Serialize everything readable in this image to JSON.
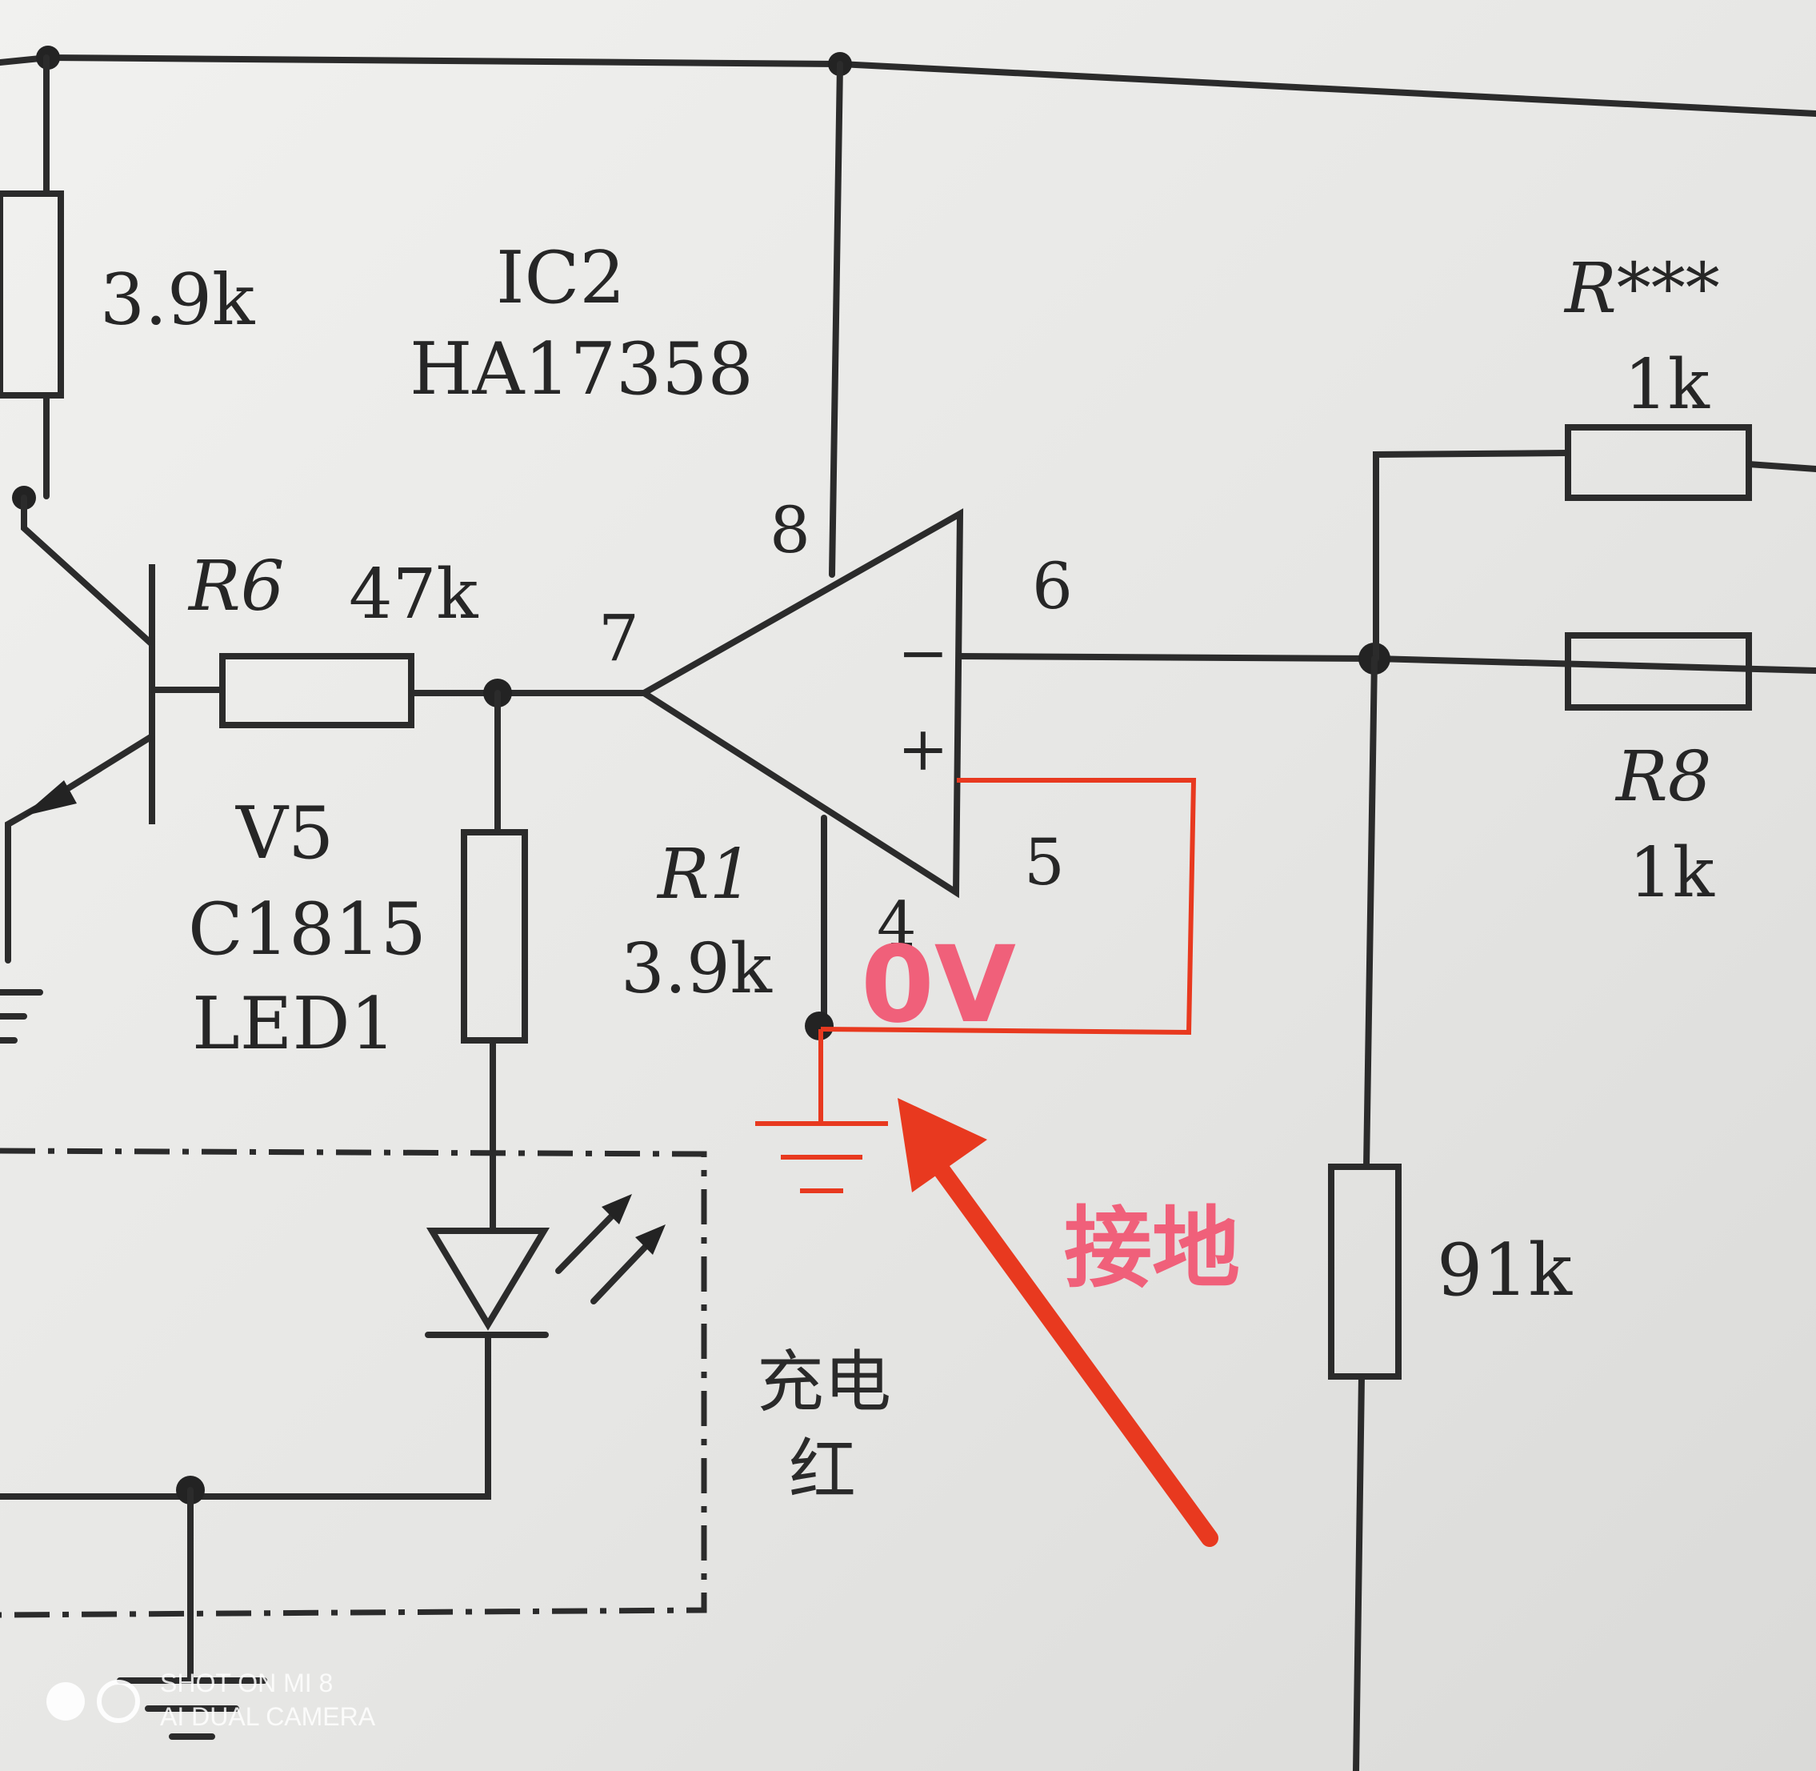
{
  "labels": {
    "r_top_left": "3.9k",
    "ic2_ref": "IC2",
    "ic2_part": "HA17358",
    "r_star_ref": "R***",
    "r_star_val": "1k",
    "pin8": "8",
    "pin7": "7",
    "pin6": "6",
    "pin5": "5",
    "pin4": "4",
    "r6_ref": "R6",
    "r6_val": "47k",
    "v5_ref": "V5",
    "v5_part": "C1815",
    "led_ref": "LED1",
    "r1_ref": "R1",
    "r1_val": "3.9k",
    "r8_ref": "R8",
    "r8_val": "1k",
    "r_91k": "91k",
    "minus": "−",
    "plus": "+",
    "charge_line1": "充电",
    "charge_line2": "红"
  },
  "annotations": {
    "zero_volt": "0V",
    "ground_note": "接地",
    "color": "#e8391f"
  },
  "watermark": {
    "line1": "SHOT ON MI 8",
    "line2": "AI DUAL CAMERA"
  }
}
